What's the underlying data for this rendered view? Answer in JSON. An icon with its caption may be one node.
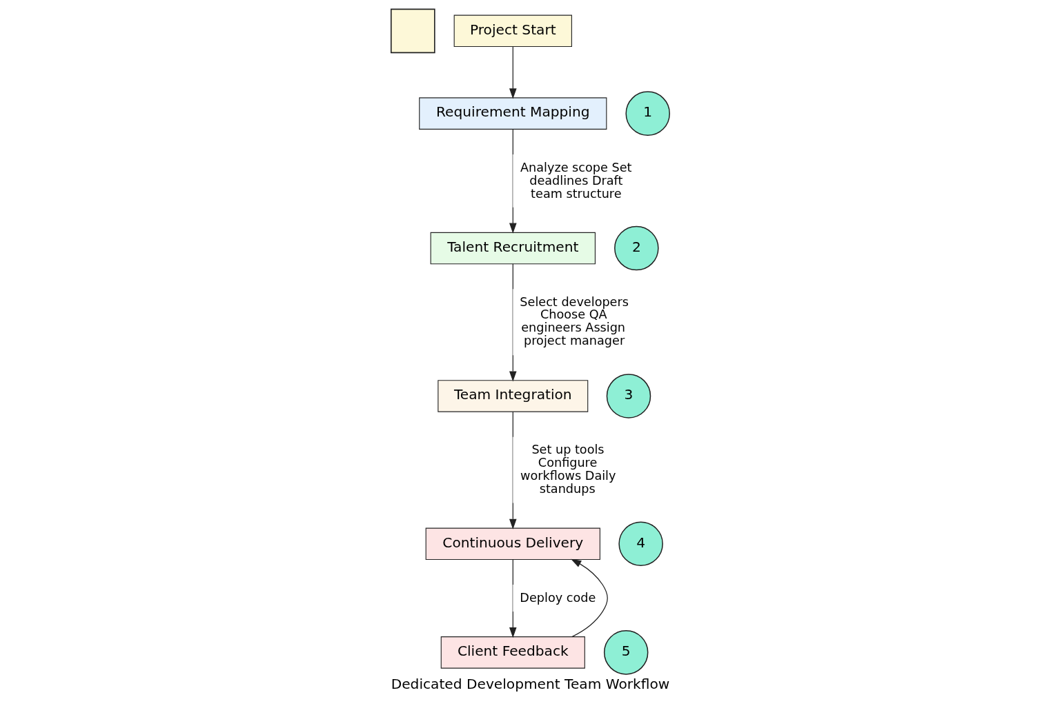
{
  "diagram": {
    "title": "Dedicated Development Team Workflow",
    "nodes": [
      {
        "text": [],
        "shape": "box"
      },
      {
        "text": [
          "Project Start"
        ]
      },
      {
        "text": [
          "Requirement Mapping"
        ]
      },
      {
        "text": [
          "1"
        ]
      },
      {
        "text": [
          "Talent Recruitment"
        ]
      },
      {
        "text": [
          "2"
        ]
      },
      {
        "text": [
          "Team Integration"
        ]
      },
      {
        "text": [
          "3"
        ]
      },
      {
        "text": [
          "Continuous Delivery"
        ]
      },
      {
        "text": [
          "4"
        ]
      },
      {
        "text": [
          "Client Feedback"
        ]
      },
      {
        "text": [
          "5"
        ]
      }
    ],
    "edges": [
      {
        "from": 1,
        "to": 2,
        "arrow": "to"
      },
      {
        "from": 2,
        "to": 4,
        "arrow": "to",
        "label": "Analyze scope Set deadlines Draft team structure"
      },
      {
        "from": 4,
        "to": 6,
        "arrow": "to",
        "label": "Select developers Choose QA engineers Assign project manager"
      },
      {
        "from": 6,
        "to": 8,
        "arrow": "to",
        "label": "Set up tools Configure workflows Daily standups"
      },
      {
        "from": 8,
        "to": 10,
        "arrow": "to",
        "label": "Deploy code"
      },
      {
        "from": 10,
        "to": 8,
        "arrow": "to"
      }
    ]
  }
}
